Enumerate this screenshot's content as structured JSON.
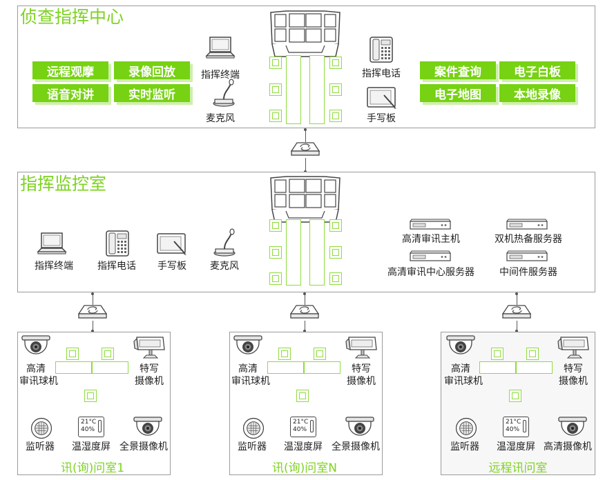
{
  "command_center": {
    "title": "侦查指挥中心",
    "tags": [
      "远程观摩",
      "录像回放",
      "语音对讲",
      "实时监听",
      "案件查询",
      "电子白板",
      "电子地图",
      "本地录像"
    ],
    "devices": [
      "指挥终端",
      "麦克风",
      "指挥电话",
      "手写板"
    ]
  },
  "monitor_room": {
    "title": "指挥监控室",
    "devices": [
      "指挥终端",
      "指挥电话",
      "手写板",
      "麦克风"
    ],
    "servers": [
      "高清审讯主机",
      "双机热备服务器",
      "高清审讯中心服务器",
      "中间件服务器"
    ]
  },
  "rooms": [
    {
      "title": "讯(询)问室1",
      "cam1": "高清",
      "cam1b": "审讯球机",
      "cam2": "特写",
      "cam2b": "摄像机",
      "listen": "监听器",
      "hygro": "温湿度屏",
      "pano": "全景摄像机",
      "temp": "21°C",
      "hum": "40%"
    },
    {
      "title": "讯(询)问室N",
      "cam1": "高清",
      "cam1b": "审讯球机",
      "cam2": "特写",
      "cam2b": "摄像机",
      "listen": "监听器",
      "hygro": "温湿度屏",
      "pano": "全景摄像机",
      "temp": "21°C",
      "hum": "40%"
    },
    {
      "title": "远程讯问室",
      "cam1": "高清",
      "cam1b": "审讯球机",
      "cam2": "特写",
      "cam2b": "摄像机",
      "listen": "监听器",
      "hygro": "温湿度屏",
      "pano": "高清摄像机",
      "temp": "21°C",
      "hum": "40%"
    }
  ],
  "colors": {
    "accent": "#7ed321",
    "tag_bg": "#76d212",
    "border": "#9a9a9a"
  }
}
